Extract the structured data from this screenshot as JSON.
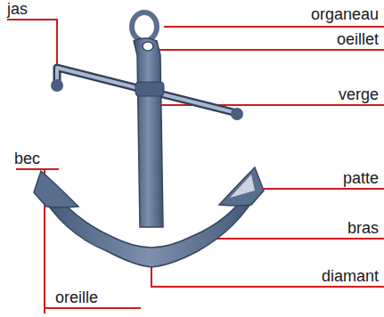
{
  "diagram": {
    "labels": [
      "jas",
      "organeau",
      "oeillet",
      "verge",
      "patte",
      "bras",
      "diamant",
      "bec",
      "oreille"
    ]
  }
}
